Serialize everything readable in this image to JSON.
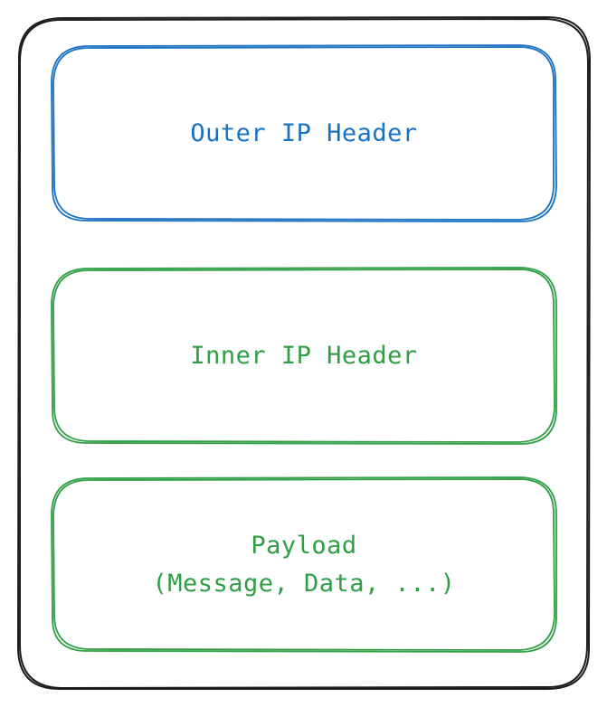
{
  "diagram": {
    "outer_ip_header": {
      "label": "Outer IP Header",
      "color": "#1971c2"
    },
    "inner_ip_header": {
      "label": "Inner IP Header",
      "color": "#2f9e44"
    },
    "payload": {
      "line1": "Payload",
      "line2": "(Message, Data, ...)",
      "color": "#2f9e44"
    },
    "container_color": "#1e1e1e"
  }
}
